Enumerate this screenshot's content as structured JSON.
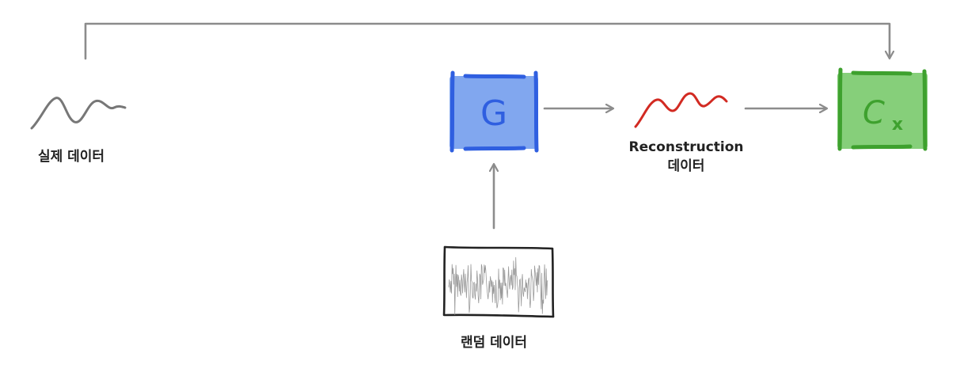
{
  "labels": {
    "real_data": "실제 데이터",
    "recon_line1": "Reconstruction",
    "recon_line2": "데이터",
    "random_data": "랜덤 데이터"
  },
  "nodes": {
    "generator": {
      "symbol": "G"
    },
    "critic": {
      "symbol": "C",
      "subscript": "x"
    }
  },
  "colors": {
    "arrow": "#8c8c8c",
    "real_wave": "#777777",
    "recon_wave": "#d22a22",
    "generator_fill": "#7aa2ee",
    "generator_edge": "#2f5fe0",
    "critic_fill": "#7fcc73",
    "critic_edge": "#3ea12e",
    "noise": "#9a9a9a"
  }
}
